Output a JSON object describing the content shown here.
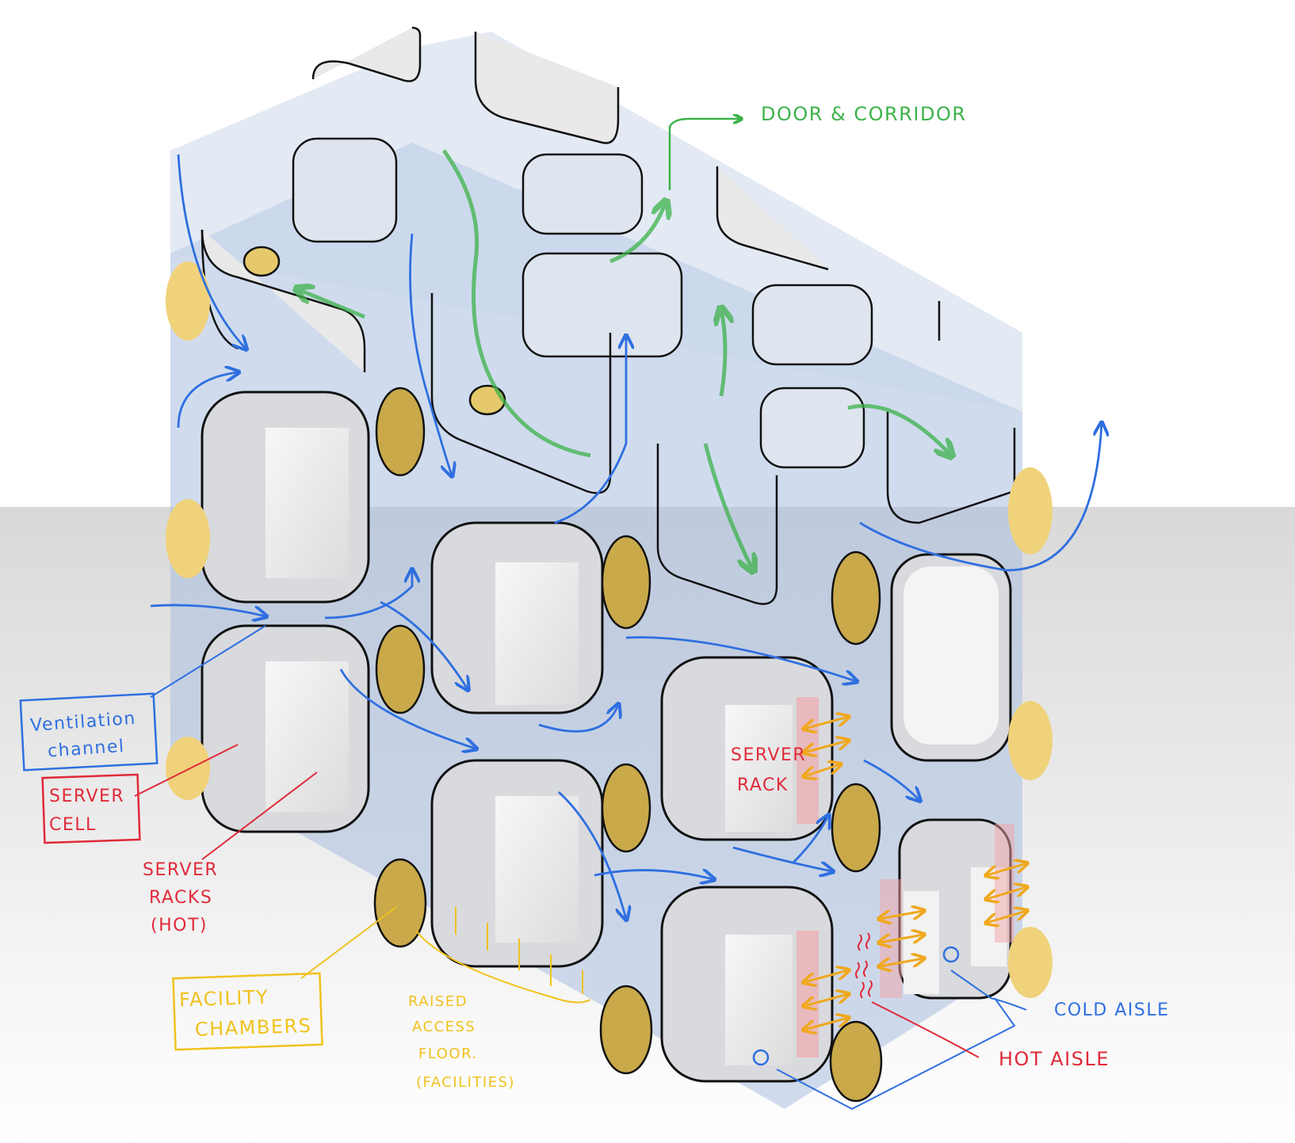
{
  "colors": {
    "ventilation": "#2f6fe0",
    "server": "#e02a3a",
    "facility": "#f0c21e",
    "circulation": "#3db24a",
    "structure_fill": "#e6e6e8",
    "structure_tint": "#a9c0e0",
    "outline": "#111111"
  },
  "annotations": {
    "door_corridor": "DOOR & CORRIDOR",
    "ventilation_line1": "Ventilation",
    "ventilation_line2": "channel",
    "server_cell_line1": "SERVER",
    "server_cell_line2": "CELL",
    "server_racks_line1": "SERVER",
    "server_racks_line2": "RACKS",
    "server_racks_line3": "(HOT)",
    "server_rack_line1": "SERVER",
    "server_rack_line2": "RACK",
    "facility_line1": "FACILITY",
    "facility_line2": "CHAMBERS",
    "raised_line1": "RAISED",
    "raised_line2": "ACCESS",
    "raised_line3": "FLOOR.",
    "raised_line4": "(FACILITIES)",
    "cold_aisle": "COLD AISLE",
    "hot_aisle": "HOT AISLE"
  },
  "icons": {
    "flow_arrows": "airflow-arrow-icon",
    "movement_arrows": "circulation-arrow-icon",
    "heat_marks": "heat-wave-icon"
  }
}
